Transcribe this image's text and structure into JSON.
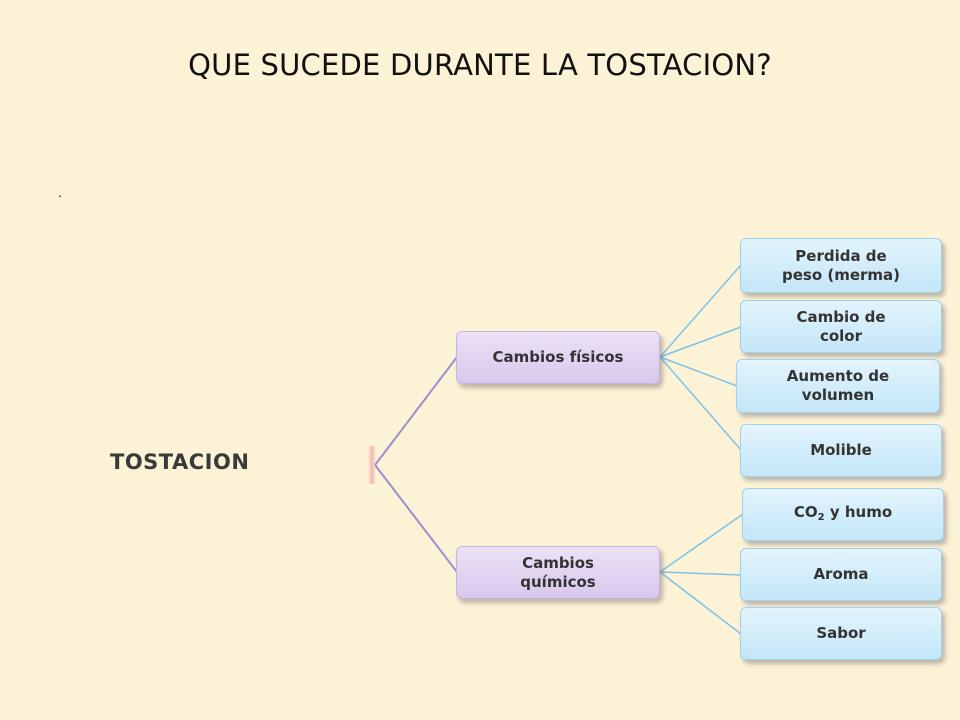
{
  "slide": {
    "title": "QUE SUCEDE DURANTE LA TOSTACION?",
    "bullet": "."
  },
  "diagram": {
    "root": "TOSTACION",
    "colors": {
      "background": "#fcf2d6",
      "mid_node": "#ddd0ef",
      "leaf_node": "#cdeaf9",
      "connector_mid": "#9b8fd0",
      "connector_leaf": "#7ec3e6"
    },
    "branches": [
      {
        "label": "Cambios físicos",
        "children": [
          {
            "line1": "Perdida de",
            "line2": "peso (merma)"
          },
          {
            "line1": "Cambio de",
            "line2": "color"
          },
          {
            "line1": "Aumento de",
            "line2": "volumen"
          },
          {
            "line1": "Molible",
            "line2": ""
          }
        ]
      },
      {
        "label_line1": "Cambios",
        "label_line2": "químicos",
        "children": [
          {
            "pre": "CO",
            "sub": "2",
            "post": " y humo"
          },
          {
            "line1": "Aroma",
            "line2": ""
          },
          {
            "line1": "Sabor",
            "line2": ""
          }
        ]
      }
    ]
  }
}
